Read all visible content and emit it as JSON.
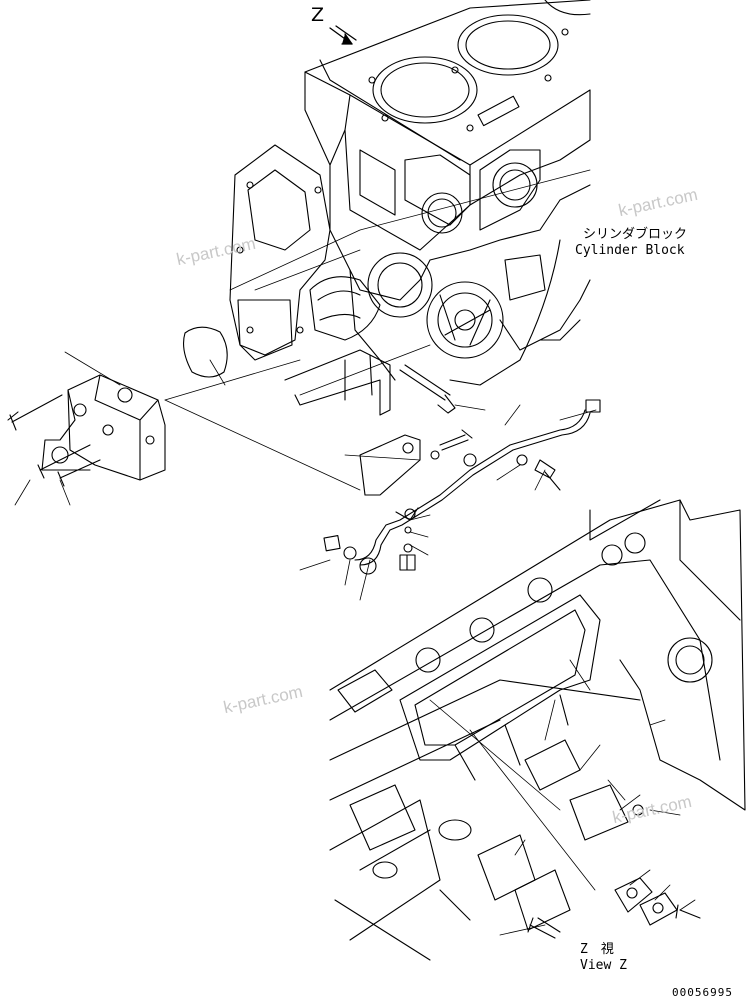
{
  "view_marker": {
    "letter": "Z"
  },
  "labels": {
    "cylinder_block_jp": "シリンダブロック",
    "cylinder_block_en": "Cylinder Block",
    "view_z_jp": "Z　視",
    "view_z_en": "View Z"
  },
  "watermarks": [
    "k-part.com",
    "k-part.com",
    "k-part.com",
    "k-part.com"
  ],
  "drawing_number": "00056995"
}
